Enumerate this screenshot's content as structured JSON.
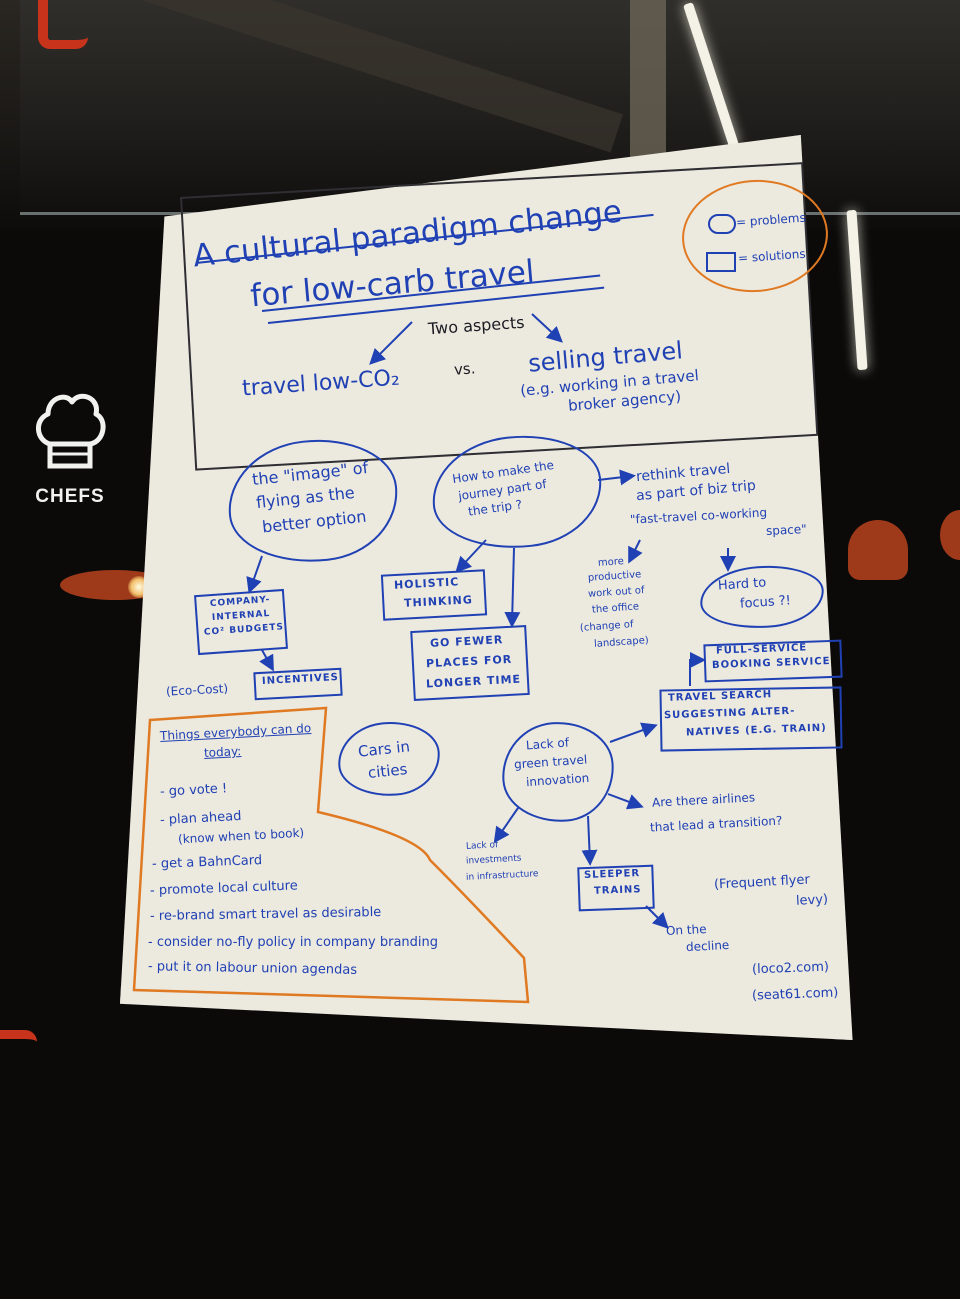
{
  "sign": {
    "label": "CHEFS",
    "icon": "chef-hat-icon"
  },
  "title": {
    "line1": "A cultural paradigm change",
    "line2": "for low-carb travel"
  },
  "legend": {
    "problems_label": "= problems",
    "solutions_label": "= solutions"
  },
  "aspects": {
    "heading": "Two aspects",
    "left": "travel low-CO₂",
    "versus": "vs.",
    "right": "selling travel",
    "right_note_1": "(e.g. working in a travel",
    "right_note_2": "broker agency)"
  },
  "problems": {
    "image_of_flying": [
      "the \"image\" of",
      "flying as the",
      "better option"
    ],
    "journey_part": [
      "How to make the",
      "journey part of",
      "the trip ?"
    ],
    "hard_to_focus": [
      "Hard to",
      "focus ?!"
    ],
    "cars_in_cities": [
      "Cars in",
      "cities"
    ],
    "green_innovation": [
      "Lack of",
      "green travel",
      "innovation"
    ]
  },
  "solutions": {
    "co2_budgets": [
      "COMPANY-",
      "INTERNAL",
      "CO² BUDGETS"
    ],
    "incentives": "INCENTIVES",
    "holistic": [
      "HOLISTIC",
      "THINKING"
    ],
    "fewer_places": [
      "GO FEWER",
      "PLACES FOR",
      "LONGER TIME"
    ],
    "full_service": [
      "FULL-SERVICE",
      "BOOKING SERVICE"
    ],
    "travel_search": [
      "TRAVEL SEARCH",
      "SUGGESTING ALTER-",
      "NATIVES (E.G. TRAIN)"
    ],
    "sleeper_trains": [
      "SLEEPER",
      "TRAINS"
    ]
  },
  "notes": {
    "rethink": [
      "rethink travel",
      "as part of biz trip"
    ],
    "coworking": [
      "\"fast-travel co-working",
      "space\""
    ],
    "productive": [
      "more",
      "productive",
      "work out of",
      "the office",
      "(change of",
      "landscape)"
    ],
    "eco_cost": "(Eco-Cost)",
    "airlines": [
      "Are there airlines",
      "that lead a transition?"
    ],
    "investments": [
      "Lack of",
      "investments",
      "in infrastructure"
    ],
    "decline": [
      "On the",
      "decline"
    ],
    "flyer_levy": [
      "(Frequent flyer",
      "levy)"
    ],
    "loco2": "(loco2.com)",
    "seat61": "(seat61.com)"
  },
  "everybody": {
    "heading": [
      "Things everybody can do",
      "today:"
    ],
    "items": [
      "- go vote !",
      "- plan ahead",
      "(know when to book)",
      "- get a BahnCard",
      "- promote local culture",
      "- re-brand smart travel as desirable",
      "- consider no-fly policy in company branding",
      "- put it on labour union agendas"
    ]
  },
  "colors": {
    "ink_blue": "#2041b4",
    "marker_orange": "#e07a22",
    "paper": "#ece9df",
    "frame_black": "#2f2f33"
  }
}
